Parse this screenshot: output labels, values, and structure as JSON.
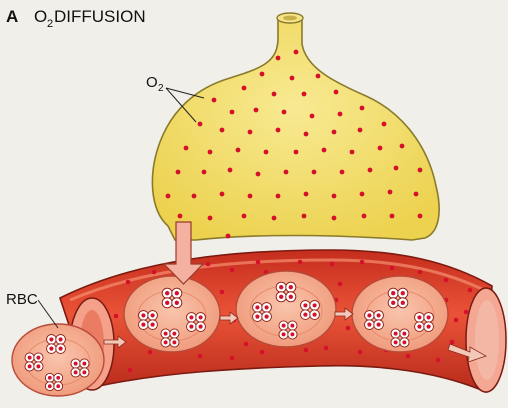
{
  "figure": {
    "panel_letter": "A",
    "title_prefix": "O",
    "title_subscript": "2",
    "title_suffix": " DIFFUSION"
  },
  "labels": {
    "o2_main": "O",
    "o2_sub": "2",
    "rbc": "RBC"
  },
  "colors": {
    "background": "#f1efea",
    "alveolus_fill": "#f2dc63",
    "alveolus_stroke": "#8a7a2a",
    "molecule": "#d5102b",
    "vessel_fill": "#e4402a",
    "vessel_dark": "#b02418",
    "vessel_light": "#f07a5e",
    "rbc_fill": "#f4a98c",
    "rbc_stroke": "#b74a38",
    "arrow_fill": "#f4b0a0",
    "arrow_stroke": "#9a3a2a",
    "hemoglobin": "#ffffff"
  },
  "icons": {
    "main_arrow": "down-arrow-icon",
    "flow_arrow": "right-arrow-icon"
  }
}
